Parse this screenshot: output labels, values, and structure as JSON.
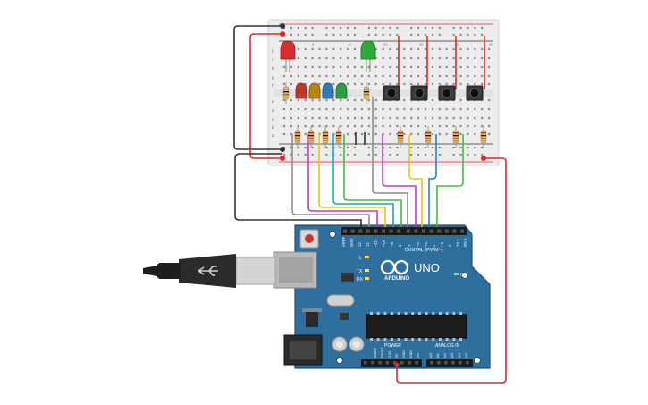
{
  "board": {
    "uno_label": "UNO",
    "arduino_label": "ARDUINO",
    "digital_label": "DIGITAL (PWM~)",
    "power_label": "POWER",
    "analog_label": "ANALOG IN",
    "led_l_label": "L",
    "tx_label": "TX",
    "rx_label": "RX",
    "on_label": "ON",
    "aref_label": "AREF",
    "gnd_label": "GND",
    "digital_pins": [
      "13",
      "12",
      "~11",
      "~10",
      "~9",
      "8",
      "7",
      "~6",
      "~5",
      "4",
      "~3",
      "2",
      "TX 1",
      "RX 0"
    ],
    "power_pins": [
      "IOREF",
      "RESET",
      "3.3V",
      "5V",
      "GND",
      "GND",
      "Vin"
    ],
    "analog_pins": [
      "A0",
      "A1",
      "A2",
      "A3",
      "A4",
      "A5"
    ]
  },
  "breadboard": {
    "column_numbers": [
      "1",
      "5",
      "10",
      "15",
      "20",
      "25",
      "30"
    ],
    "row_letters_top": [
      "j",
      "i",
      "h",
      "g",
      "f"
    ],
    "row_letters_bottom": [
      "e",
      "d",
      "c",
      "b",
      "a"
    ]
  },
  "components": {
    "led_colors": [
      "#c0392b",
      "#b8860b",
      "#2e7bb5",
      "#2e9e44"
    ],
    "indicator_led_red": "#d32f2f",
    "indicator_led_green": "#2eaa3c",
    "button_count": 4
  },
  "wire_colors": {
    "gray": "#8d8d8d",
    "magenta": "#c33bbd",
    "pink": "#e05a9a",
    "cyan": "#1fa3c9",
    "green": "#4bb543",
    "yellow": "#e8c41a",
    "blue": "#2d7fd1",
    "red": "#d92b2b",
    "black": "#333333"
  }
}
